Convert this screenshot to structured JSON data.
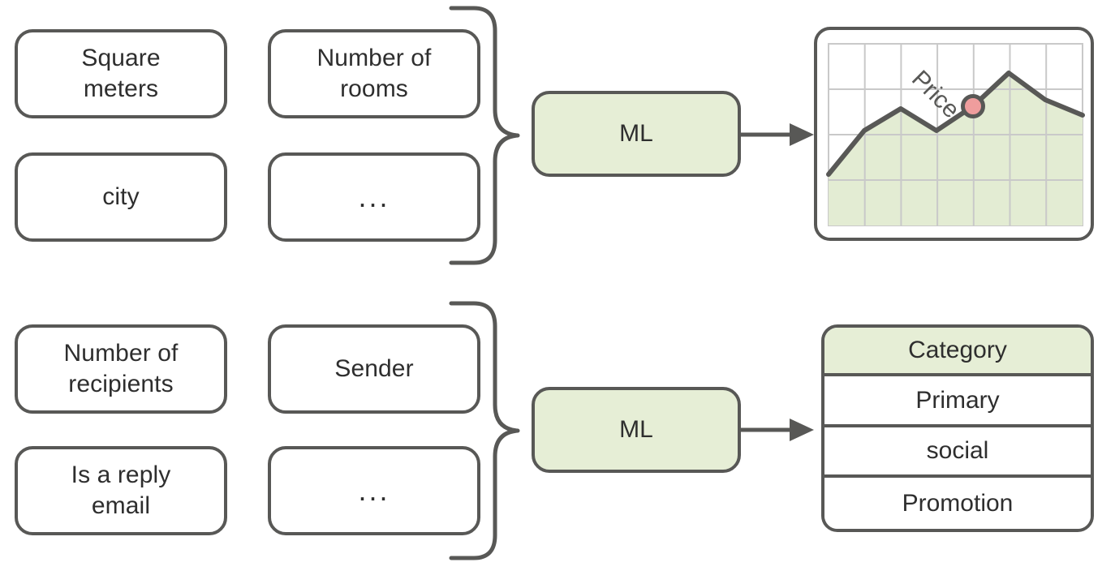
{
  "colors": {
    "stroke": "#585856",
    "accent_fill": "#e6eed6",
    "chart_area_fill": "#e3ecd3",
    "chart_grid": "#c9c9c9",
    "point_fill": "#ef9d9d",
    "text": "#2e2e2e",
    "background": "#ffffff"
  },
  "rows": [
    {
      "id": "housing-price",
      "features_col1": [
        {
          "label": "Square\nmeters",
          "kind": "text"
        },
        {
          "label": "city",
          "kind": "text"
        }
      ],
      "features_col2": [
        {
          "label": "Number of\nrooms",
          "kind": "text"
        },
        {
          "label": "...",
          "kind": "ellipsis"
        }
      ],
      "model": {
        "label": "ML"
      },
      "output_kind": "chart"
    },
    {
      "id": "email-category",
      "features_col1": [
        {
          "label": "Number of\nrecipients",
          "kind": "text"
        },
        {
          "label": "Is a reply\nemail",
          "kind": "text"
        }
      ],
      "features_col2": [
        {
          "label": "Sender",
          "kind": "text"
        },
        {
          "label": "...",
          "kind": "ellipsis"
        }
      ],
      "model": {
        "label": "ML"
      },
      "output_kind": "table"
    }
  ],
  "chart_data": {
    "type": "area",
    "title": "Price",
    "annotation_label": "Price",
    "xlabel": "",
    "ylabel": "",
    "grid": true,
    "grid_columns": 7,
    "grid_rows": 4,
    "legend": "none",
    "x": [
      0,
      1,
      2,
      3,
      4,
      5,
      6,
      7
    ],
    "values": [
      0.28,
      0.52,
      0.7,
      0.52,
      0.72,
      1.0,
      0.83,
      0.7
    ],
    "ylim": [
      0,
      1
    ],
    "highlight_point": {
      "x": 4,
      "y": 0.72,
      "color": "#ef9d9d"
    },
    "series": [
      {
        "name": "Price",
        "values": [
          0.28,
          0.52,
          0.7,
          0.52,
          0.72,
          1.0,
          0.83,
          0.7
        ]
      }
    ]
  },
  "output_table": {
    "header": "Category",
    "rows": [
      "Primary",
      "social",
      "Promotion"
    ]
  }
}
